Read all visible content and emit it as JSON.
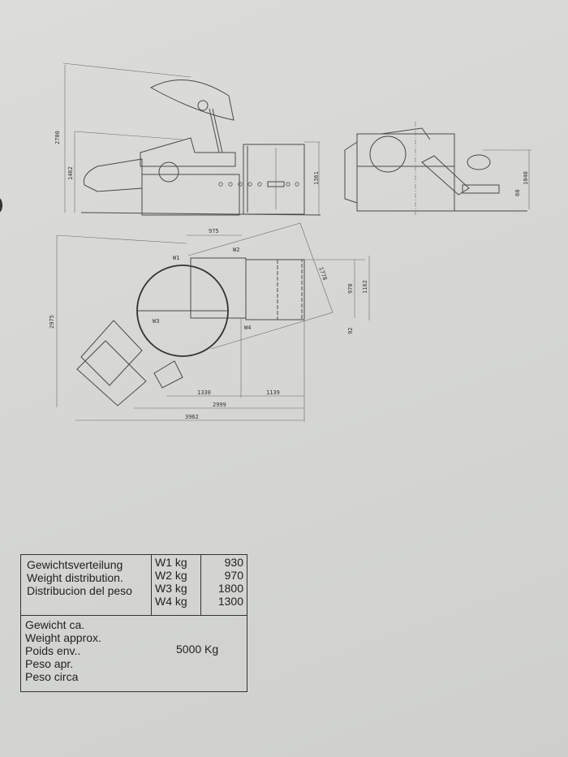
{
  "side_view": {
    "dims": [
      "2700",
      "1462",
      "1361"
    ]
  },
  "end_view": {
    "dims": [
      "1040",
      "60"
    ]
  },
  "top_view": {
    "dims": {
      "d975": "975",
      "d1778": "1778",
      "d978": "978",
      "d1162": "1162",
      "d92": "92",
      "d2975": "2975",
      "d1330": "1330",
      "d1139": "1139",
      "d2999": "2999",
      "d3962": "3962"
    },
    "points": [
      "W1",
      "W2",
      "W3",
      "W4"
    ]
  },
  "weight_table": {
    "labels": [
      "Gewichtsverteilung",
      "Weight distribution.",
      "Distribucion del peso"
    ],
    "rows": [
      {
        "point": "W1 kg",
        "value": "930"
      },
      {
        "point": "W2 kg",
        "value": "970"
      },
      {
        "point": "W3 kg",
        "value": "1800"
      },
      {
        "point": "W4 kg",
        "value": "1300"
      }
    ],
    "total_labels": [
      "Gewicht ca.",
      "Weight approx.",
      "Poids env..",
      "Peso apr.",
      "Peso circa"
    ],
    "total_value": "5000 Kg"
  }
}
